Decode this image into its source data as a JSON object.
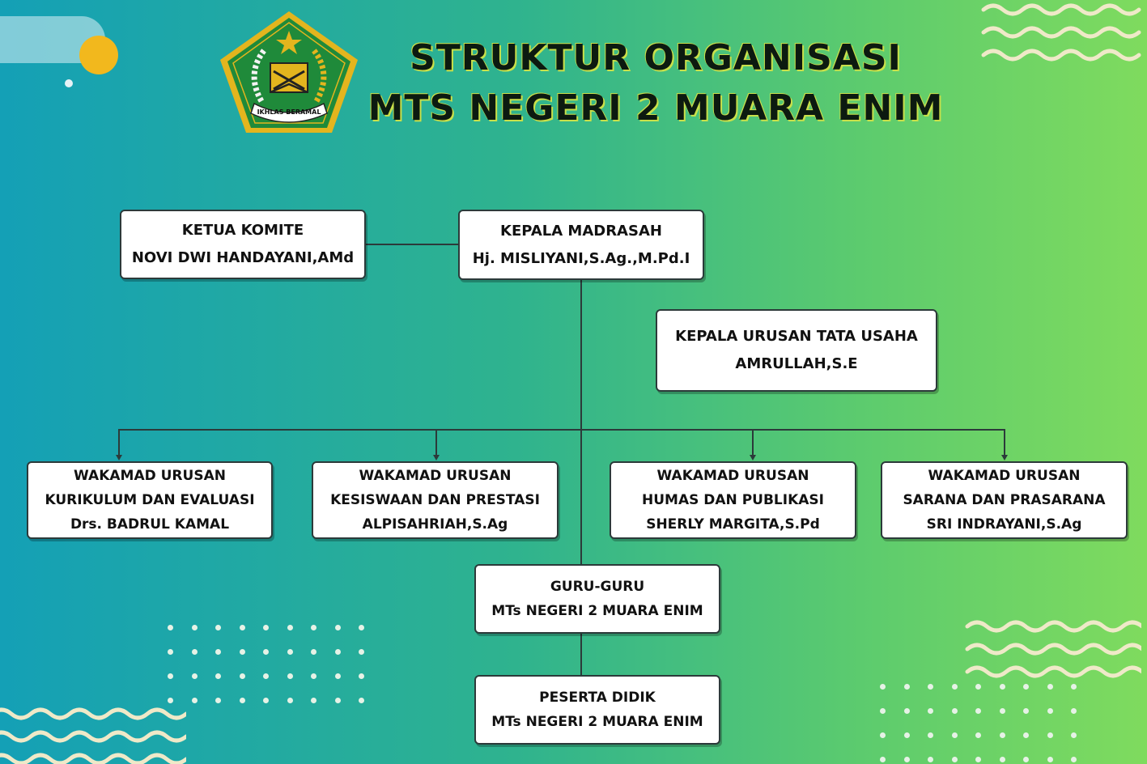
{
  "header": {
    "title_line1": "STRUKTUR ORGANISASI",
    "title_line2": "MTS NEGERI 2 MUARA ENIM",
    "logo_motto": "IKHLAS BERAMAL"
  },
  "org": {
    "komite": {
      "role": "KETUA KOMITE",
      "name": "NOVI DWI HANDAYANI,AMd"
    },
    "kepala": {
      "role": "KEPALA MADRASAH",
      "name": "Hj. MISLIYANI,S.Ag.,M.Pd.I"
    },
    "tata_usaha": {
      "role": "KEPALA URUSAN TATA USAHA",
      "name": "AMRULLAH,S.E"
    },
    "wakamad": [
      {
        "line1": "WAKAMAD URUSAN",
        "line2": "KURIKULUM DAN EVALUASI",
        "name": "Drs. BADRUL KAMAL"
      },
      {
        "line1": "WAKAMAD URUSAN",
        "line2": "KESISWAAN DAN PRESTASI",
        "name": "ALPISAHRIAH,S.Ag"
      },
      {
        "line1": "WAKAMAD URUSAN",
        "line2": "HUMAS DAN PUBLIKASI",
        "name": "SHERLY MARGITA,S.Pd"
      },
      {
        "line1": "WAKAMAD URUSAN",
        "line2": "SARANA DAN PRASARANA",
        "name": "SRI INDRAYANI,S.Ag"
      }
    ],
    "guru": {
      "role": "GURU-GURU",
      "name": "MTs NEGERI 2 MUARA ENIM"
    },
    "peserta": {
      "role": "PESERTA DIDIK",
      "name": "MTs NEGERI 2 MUARA ENIM"
    }
  },
  "colors": {
    "bg_start": "#14a0b6",
    "bg_end": "#7fdb5e",
    "title_outline": "#c9e04a",
    "logo_green": "#1f8a3a",
    "logo_gold": "#e3b51e"
  }
}
